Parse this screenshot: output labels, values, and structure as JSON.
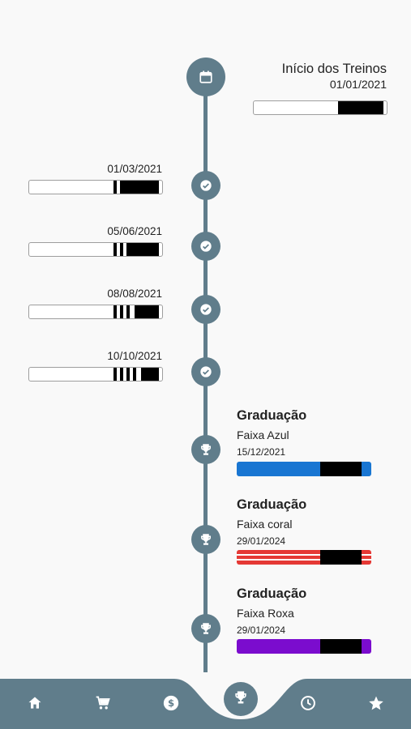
{
  "start": {
    "title": "Início dos Treinos",
    "date": "01/01/2021",
    "icon": "calendar-icon"
  },
  "progress": [
    {
      "date": "01/03/2021",
      "degrees": 1,
      "icon": "check-circle-icon"
    },
    {
      "date": "05/06/2021",
      "degrees": 2,
      "icon": "check-circle-icon"
    },
    {
      "date": "08/08/2021",
      "degrees": 3,
      "icon": "check-circle-icon"
    },
    {
      "date": "10/10/2021",
      "degrees": 4,
      "icon": "check-circle-icon"
    }
  ],
  "graduations": [
    {
      "title": "Graduação",
      "belt": "Faixa Azul",
      "date": "15/12/2021",
      "color": "#1976d2",
      "icon": "trophy-icon"
    },
    {
      "title": "Graduação",
      "belt": "Faixa coral",
      "date": "29/01/2024",
      "color": "#e53935",
      "icon": "trophy-icon"
    },
    {
      "title": "Graduação",
      "belt": "Faixa Roxa",
      "date": "29/01/2024",
      "color": "#7b0cce",
      "icon": "trophy-icon"
    }
  ],
  "nav": {
    "items": [
      "home-icon",
      "cart-icon",
      "dollar-icon",
      "trophy-icon",
      "clock-icon",
      "star-icon"
    ],
    "active": "trophy-icon"
  },
  "colors": {
    "accent": "#607d8b",
    "background": "#f9f9f9"
  }
}
